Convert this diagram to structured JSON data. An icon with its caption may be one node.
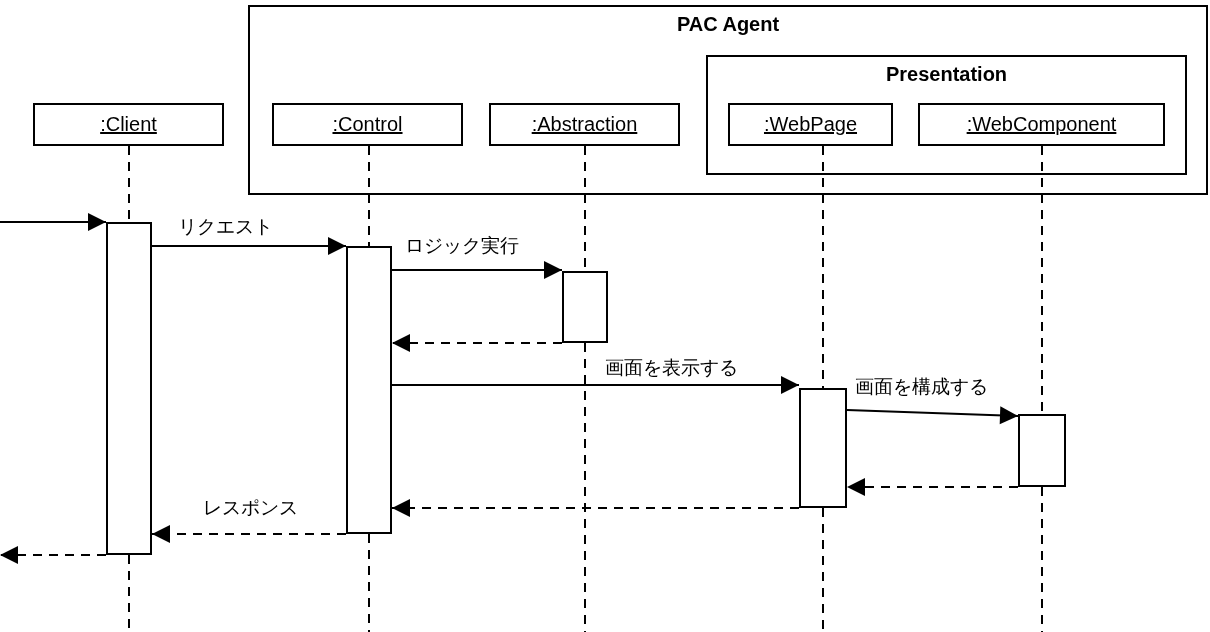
{
  "diagram": {
    "nodes": [
      {
        "text": [
          "PAC Agent"
        ]
      },
      {
        "text": [
          "Presentation"
        ],
        "in": 0
      },
      {
        "text": [
          ":Client"
        ]
      },
      {
        "text": [
          ":Control"
        ],
        "in": 0
      },
      {
        "text": [
          ":Abstraction"
        ],
        "in": 0
      },
      {
        "text": [
          ":WebPage"
        ],
        "in": 1
      },
      {
        "text": [
          ":WebComponent"
        ],
        "in": 1
      },
      {
        "text": [],
        "shape": "bar"
      },
      {
        "text": [],
        "shape": "bar"
      },
      {
        "text": [],
        "shape": "bar"
      },
      {
        "text": [],
        "shape": "bar"
      },
      {
        "text": [],
        "shape": "bar"
      }
    ],
    "edges": [
      {
        "from": null,
        "to": 7,
        "arrow": "to"
      },
      {
        "from": 7,
        "to": 8,
        "arrow": "to",
        "label": "リクエスト"
      },
      {
        "from": 8,
        "to": 9,
        "arrow": "to",
        "label": "ロジック実行"
      },
      {
        "from": 9,
        "to": 8,
        "arrow": "to",
        "style": "dashed"
      },
      {
        "from": 8,
        "to": 10,
        "arrow": "to",
        "label": "画面を表示する"
      },
      {
        "from": 10,
        "to": 11,
        "arrow": "to",
        "label": "画面を構成する"
      },
      {
        "from": 11,
        "to": 10,
        "arrow": "to",
        "style": "dashed"
      },
      {
        "from": 10,
        "to": 8,
        "arrow": "to",
        "style": "dashed"
      },
      {
        "from": 8,
        "to": 7,
        "arrow": "to",
        "style": "dashed",
        "label": "レスポンス"
      },
      {
        "from": 7,
        "to": null,
        "arrow": "to",
        "style": "dashed"
      },
      {
        "from": 2,
        "to": 7,
        "arrow": "none",
        "style": "dashed"
      },
      {
        "from": 3,
        "to": 8,
        "arrow": "none",
        "style": "dashed"
      },
      {
        "from": 4,
        "to": 9,
        "arrow": "none",
        "style": "dashed"
      },
      {
        "from": 5,
        "to": 10,
        "arrow": "none",
        "style": "dashed"
      },
      {
        "from": 6,
        "to": 11,
        "arrow": "none",
        "style": "dashed"
      },
      {
        "from": 7,
        "to": null,
        "arrow": "none",
        "style": "dashed"
      },
      {
        "from": 8,
        "to": null,
        "arrow": "none",
        "style": "dashed"
      },
      {
        "from": 9,
        "to": null,
        "arrow": "none",
        "style": "dashed"
      },
      {
        "from": 10,
        "to": null,
        "arrow": "none",
        "style": "dashed"
      },
      {
        "from": 11,
        "to": null,
        "arrow": "none",
        "style": "dashed"
      }
    ]
  }
}
